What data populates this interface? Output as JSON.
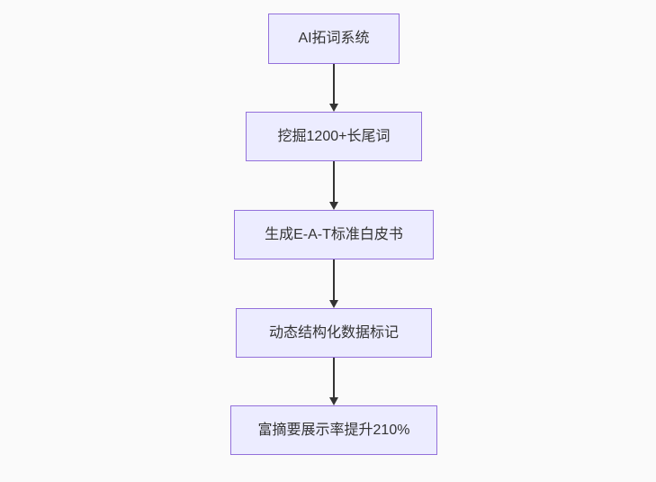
{
  "flowchart": {
    "kind": "flowchart",
    "direction": "top-down",
    "nodes": [
      {
        "id": "n1",
        "label": "AI拓词系统"
      },
      {
        "id": "n2",
        "label": "挖掘1200+长尾词"
      },
      {
        "id": "n3",
        "label": "生成E-A-T标准白皮书"
      },
      {
        "id": "n4",
        "label": "动态结构化数据标记"
      },
      {
        "id": "n5",
        "label": "富摘要展示率提升210%"
      }
    ],
    "edges": [
      {
        "from": "n1",
        "to": "n2",
        "style": "arrow-down"
      },
      {
        "from": "n2",
        "to": "n3",
        "style": "arrow-down"
      },
      {
        "from": "n3",
        "to": "n4",
        "style": "arrow-down"
      },
      {
        "from": "n4",
        "to": "n5",
        "style": "arrow-down"
      }
    ],
    "colors": {
      "background": "#fafafa",
      "node_fill": "#ececff",
      "node_border": "#9370db",
      "text": "#333333",
      "edge": "#333333"
    }
  }
}
